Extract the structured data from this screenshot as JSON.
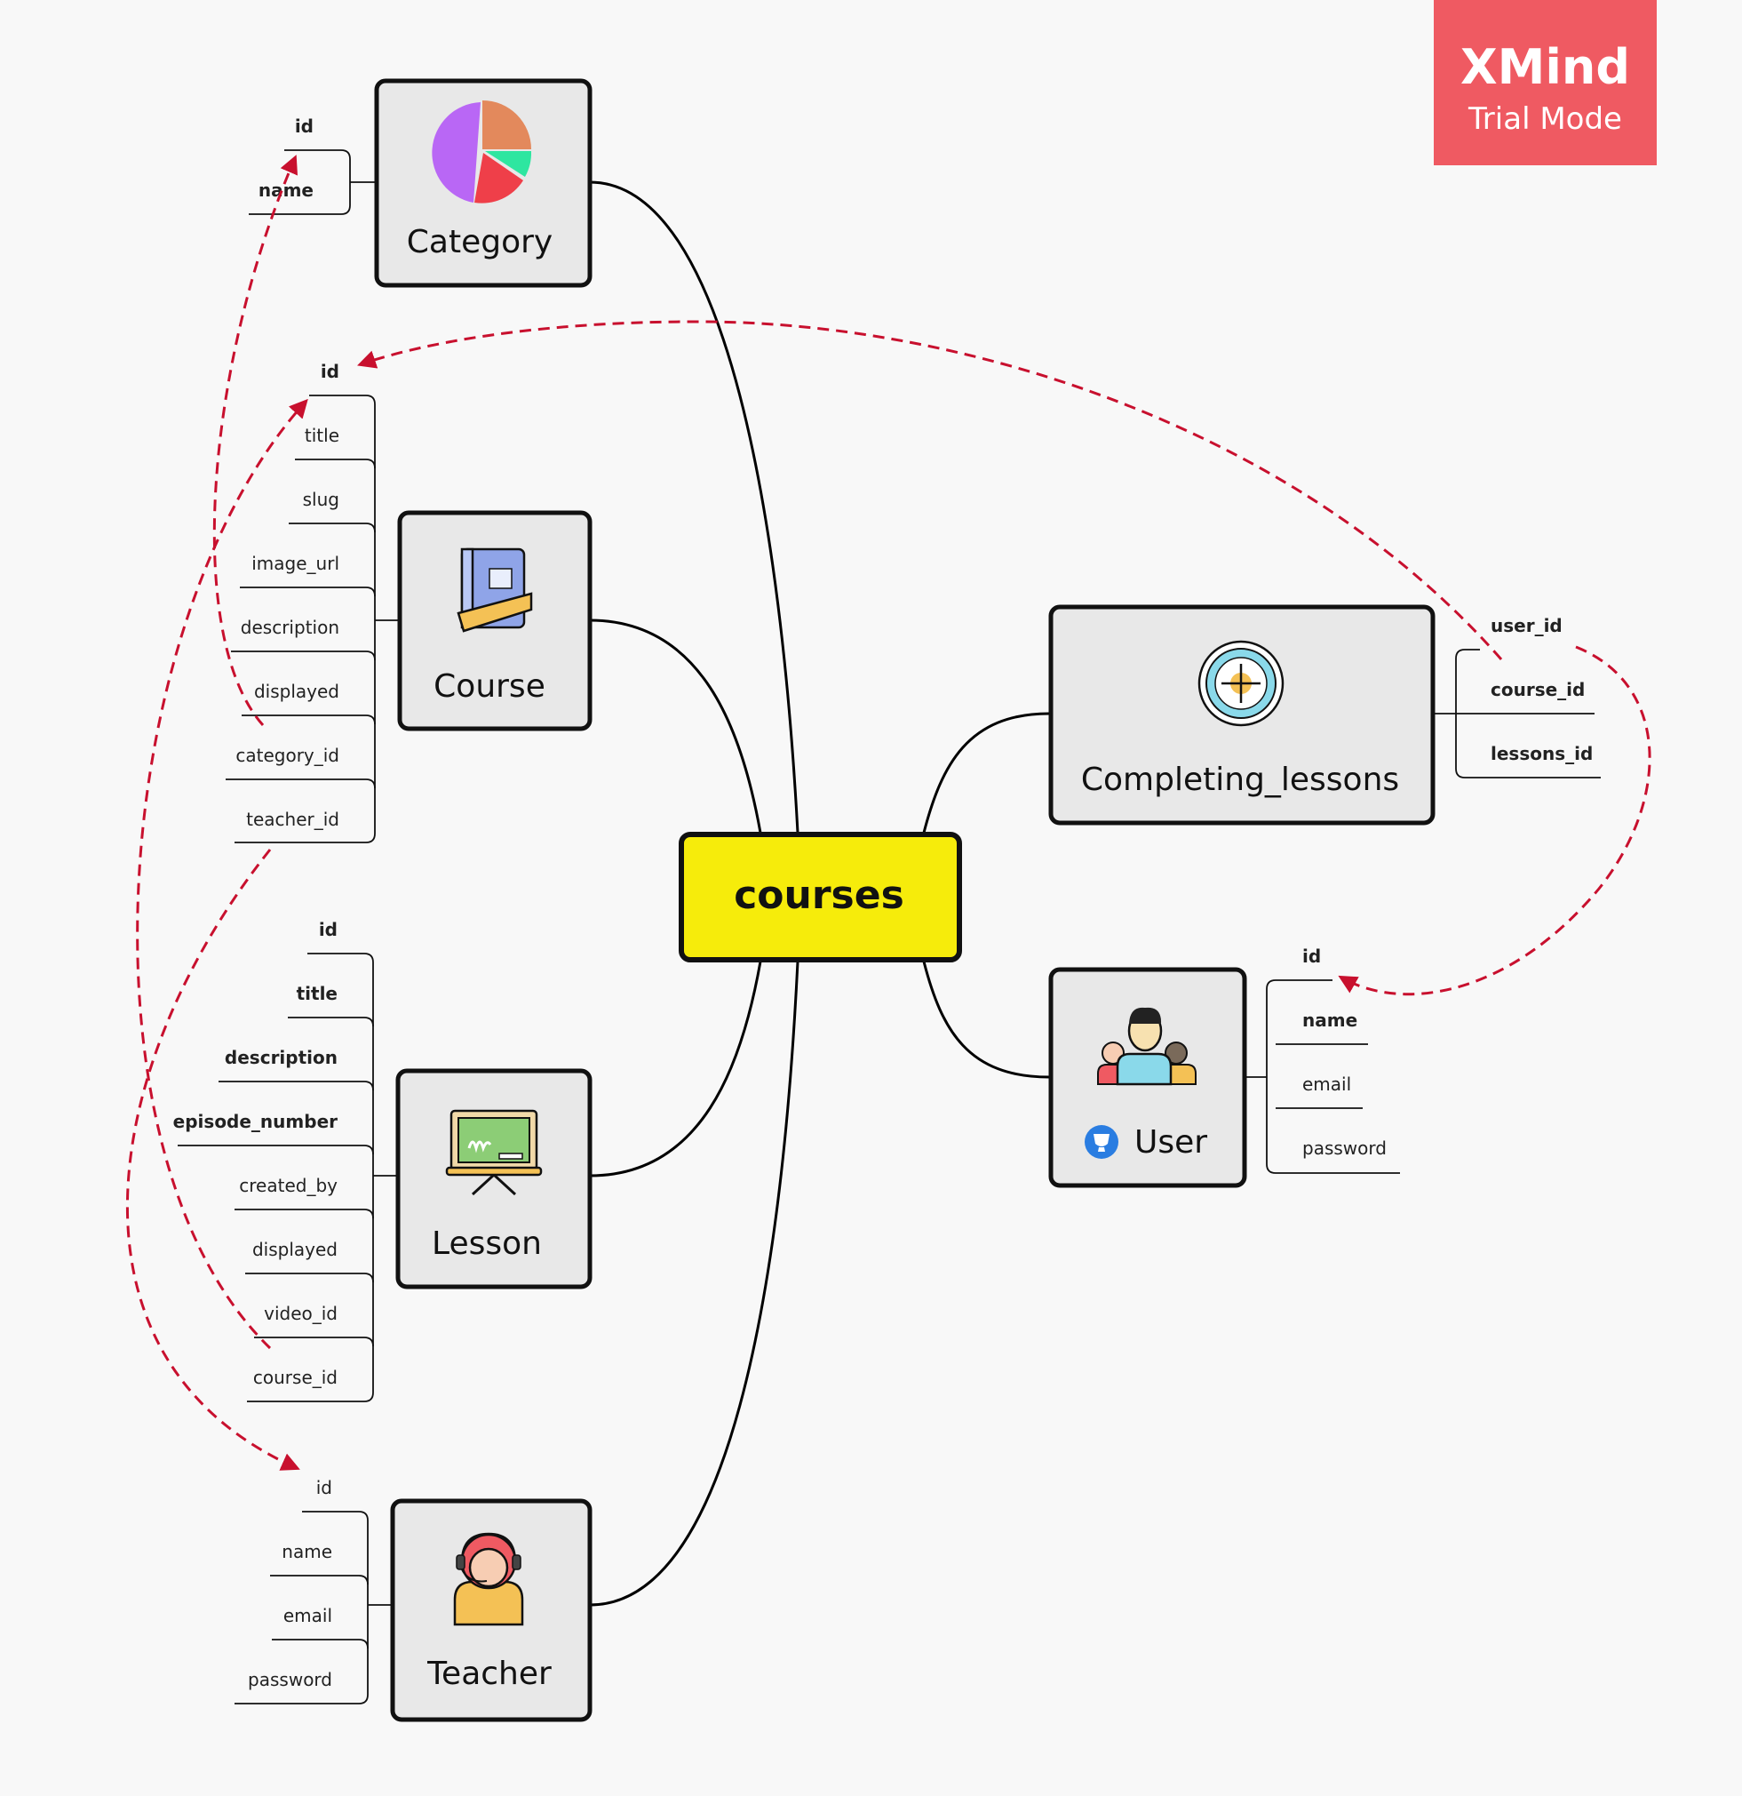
{
  "central": {
    "label": "courses"
  },
  "topics": {
    "category": {
      "label": "Category",
      "icon": "pie-chart-icon",
      "fields": [
        "id",
        "name"
      ]
    },
    "course": {
      "label": "Course",
      "icon": "book-icon",
      "fields": [
        "id",
        "title",
        "slug",
        "image_url",
        "description",
        "displayed",
        "category_id",
        "teacher_id"
      ]
    },
    "lesson": {
      "label": "Lesson",
      "icon": "blackboard-icon",
      "fields": [
        "id",
        "title",
        "description",
        "episode_number",
        "created_by",
        "displayed",
        "video_id",
        "course_id"
      ]
    },
    "teacher": {
      "label": "Teacher",
      "icon": "headset-person-icon",
      "fields": [
        "id",
        "name",
        "email",
        "password"
      ]
    },
    "completing_lessons": {
      "label": "Completing_lessons",
      "icon": "clock-target-icon",
      "fields": [
        "user_id",
        "course_id",
        "lessons_id"
      ]
    },
    "user": {
      "label": "User",
      "icon": "users-group-icon",
      "badge_icon": "trophy-badge-icon",
      "fields": [
        "id",
        "name",
        "email",
        "password"
      ]
    }
  },
  "relations": [
    {
      "from": "course.category_id",
      "to": "category.id"
    },
    {
      "from": "lesson.course_id",
      "to": "course.id"
    },
    {
      "from": "course.teacher_id",
      "to": "teacher.id"
    },
    {
      "from": "completing_lessons.course_id",
      "to": "course.id"
    },
    {
      "from": "completing_lessons.user_id",
      "to": "user.id"
    }
  ],
  "watermark": {
    "title": "XMind",
    "subtitle": "Trial Mode"
  },
  "colors": {
    "central_fill": "#f6ec0b",
    "topic_fill": "#e8e8e8",
    "relation": "#c8102e",
    "watermark": "#ef5a62"
  }
}
